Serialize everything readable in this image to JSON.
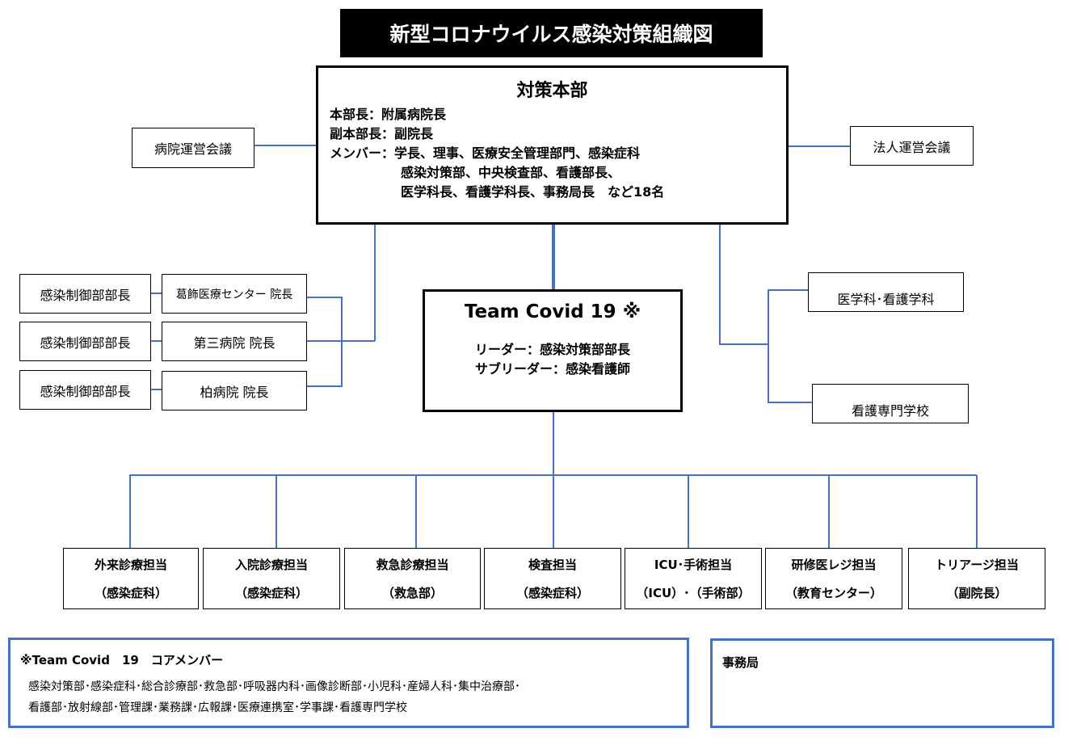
{
  "title": "新型コロナウイルス感染対策組織図",
  "hq": {
    "title": "対策本部",
    "lines": [
      "本部長：附属病院長",
      "副本部長：副院長",
      "メンバー：学長、理事、医療安全管理部門、感染症科",
      "感染対策部、中央検査部、看護部長、",
      "医学科長、看護学科長、事務局長　など18名"
    ]
  },
  "side_left": "病院運営会議",
  "side_right": "法人運営会議",
  "left_chiefs": [
    "感染制御部部長",
    "感染制御部部長",
    "感染制御部部長"
  ],
  "left_directors": [
    "葛飾医療センター 院長",
    "第三病院 院長",
    "柏病院 院長"
  ],
  "right_units": [
    "医学科･看護学科",
    "看護専門学校"
  ],
  "team": {
    "title": "Team Covid 19 ※",
    "leader": "リーダー：感染対策部部長",
    "subleader": "サブリーダー：感染看護師"
  },
  "departments": [
    {
      "name": "外来診療担当",
      "sub": "（感染症科）"
    },
    {
      "name": "入院診療担当",
      "sub": "（感染症科）"
    },
    {
      "name": "救急診療担当",
      "sub": "（救急部）"
    },
    {
      "name": "検査担当",
      "sub": "（感染症科）"
    },
    {
      "name": "ICU･手術担当",
      "sub": "（ICU）･（手術部）"
    },
    {
      "name": "研修医レジ担当",
      "sub": "（教育センター）"
    },
    {
      "name": "トリアージ担当",
      "sub": "（副院長）"
    }
  ],
  "core": {
    "title": "※Team Covid　19　コアメンバー",
    "line1": "感染対策部･感染症科･総合診療部･救急部･呼吸器内科･画像診断部･小児科･産婦人科･集中治療部･",
    "line2": "看護部･放射線部･管理課･業務課･広報課･医療連携室･学事課･看護専門学校"
  },
  "office": {
    "title": "事務局"
  },
  "colors": {
    "connector": "#4472c4",
    "frame": "#4472c4",
    "title_bg": "#000000"
  }
}
